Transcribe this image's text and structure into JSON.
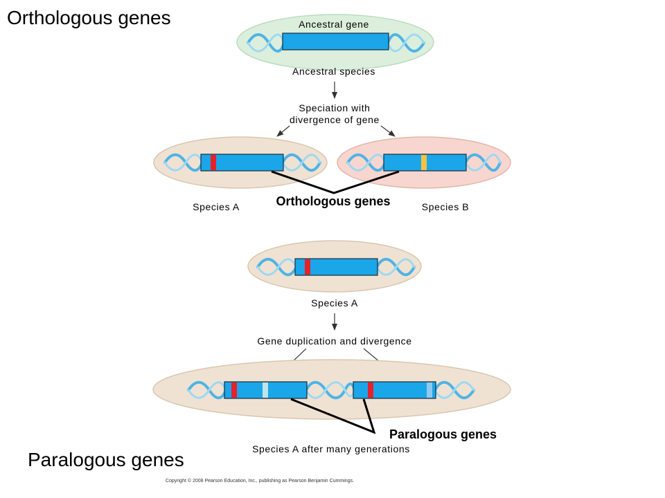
{
  "titles": {
    "orthologous": "Orthologous genes",
    "paralogous": "Paralogous genes"
  },
  "orthologous": {
    "ancestral_gene_label": "Ancestral gene",
    "ancestral_species_label": "Ancestral species",
    "speciation_label_line1": "Speciation with",
    "speciation_label_line2": "divergence of gene",
    "species_a_label": "Species A",
    "species_b_label": "Species B",
    "orthologous_genes_label": "Orthologous genes"
  },
  "paralogous": {
    "species_a_label": "Species A",
    "duplication_label": "Gene duplication and divergence",
    "after_generations_label": "Species A after many generations",
    "paralogous_genes_label": "Paralogous genes"
  },
  "copyright": "Copyright © 2008 Pearson Education, Inc., publishing as Pearson Benjamin Cummings.",
  "colors": {
    "gene_blue": "#1aa6e8",
    "mutation_red": "#e8202a",
    "mutation_yellow": "#f5c242",
    "mutation_pale": "#bfe3ea",
    "mutation_lightblue": "#8fc9f0",
    "cell_green": "#dbefdc",
    "cell_tan": "#efe2d2",
    "cell_pink": "#f7d6cf",
    "dna_blue": "#4fb3e6"
  }
}
